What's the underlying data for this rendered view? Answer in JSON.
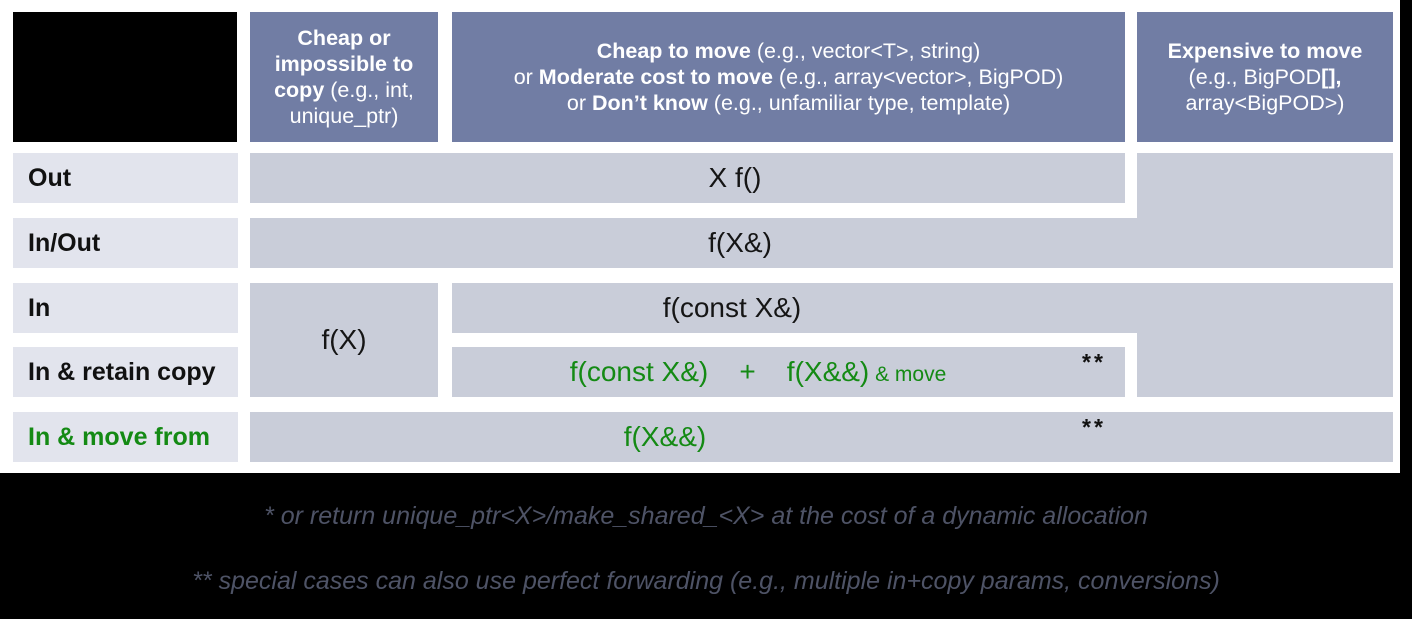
{
  "colors": {
    "slide_background": "#000000",
    "panel_background": "#ffffff",
    "header_bg": "#717da4",
    "header_text": "#ffffff",
    "cell_bg": "#c9cdd9",
    "row_label_bg": "#e2e4ed",
    "green_accent": "#148a14",
    "code_text": "#151515",
    "footnote_text": "#4e5366"
  },
  "headers": {
    "col1": {
      "bold": "Cheap or impossible to copy",
      "rest": " (e.g., int, unique_ptr)"
    },
    "col2": {
      "line1_bold": "Cheap to move",
      "line1_rest": " (e.g., vector<T>, string)",
      "line2_pre": "or ",
      "line2_bold": "Moderate cost to move",
      "line2_rest": " (e.g., array<vector>, BigPOD)",
      "line3_pre": "or ",
      "line3_bold": "Don’t know",
      "line3_rest": " (e.g., unfamiliar type, template)"
    },
    "col3": {
      "line1_bold": "Expensive to move",
      "line2_pre": "(e.g., BigPOD",
      "line2_bold": "[],",
      "line3": "array<BigPOD>)"
    }
  },
  "row_labels": {
    "out": "Out",
    "inout": "In/Out",
    "in": "In",
    "retain": "In & retain copy",
    "movefrom": "In & move from"
  },
  "cells": {
    "out_code": "X f()",
    "inout_code": "f(X&)",
    "fx_code": "f(X)",
    "in_code": "f(const X&)",
    "retain_code": "f(const X&)    +    f(X&&)",
    "retain_suffix": " & move",
    "movefrom_code": "f(X&&)",
    "double_asterisk": "**"
  },
  "footnotes": {
    "first": "* or return unique_ptr<X>/make_shared_<X> at the cost of a dynamic allocation",
    "second": "** special cases can also use perfect forwarding (e.g., multiple in+copy params, conversions)"
  }
}
